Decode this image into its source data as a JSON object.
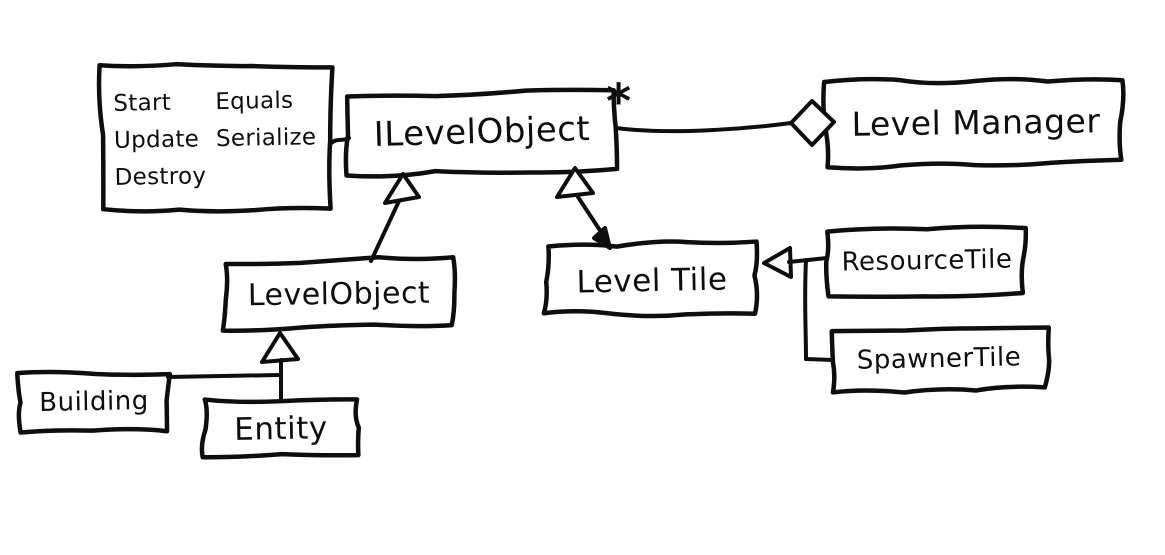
{
  "colors": {
    "ink": "#0e0e0e",
    "background": "#ffffff"
  },
  "nodes": {
    "interface_methods": {
      "items": [
        "Start",
        "Equals",
        "Update",
        "Serialize",
        "Destroy"
      ]
    },
    "ilevelobject": {
      "label": "ILevelObject",
      "multiplicity": "*"
    },
    "levelmanager": {
      "label": "Level Manager"
    },
    "levelobject": {
      "label": "LevelObject"
    },
    "leveltile": {
      "label": "Level Tile"
    },
    "resourcetile": {
      "label": "ResourceTile"
    },
    "spawnertile": {
      "label": "SpawnerTile"
    },
    "building": {
      "label": "Building"
    },
    "entity": {
      "label": "Entity"
    }
  },
  "edges": [
    {
      "from": "ILevelObject",
      "to": "LevelManager",
      "type": "aggregation",
      "multiplicity": "*"
    },
    {
      "from": "LevelObject",
      "to": "ILevelObject",
      "type": "inheritance"
    },
    {
      "from": "LevelTile",
      "to": "ILevelObject",
      "type": "inheritance"
    },
    {
      "from": "ResourceTile",
      "to": "LevelTile",
      "type": "inheritance"
    },
    {
      "from": "SpawnerTile",
      "to": "LevelTile",
      "type": "inheritance"
    },
    {
      "from": "Building",
      "to": "LevelObject",
      "type": "inheritance"
    },
    {
      "from": "Entity",
      "to": "LevelObject",
      "type": "inheritance"
    },
    {
      "from": "interface-methods",
      "to": "ILevelObject",
      "type": "note-link"
    }
  ]
}
